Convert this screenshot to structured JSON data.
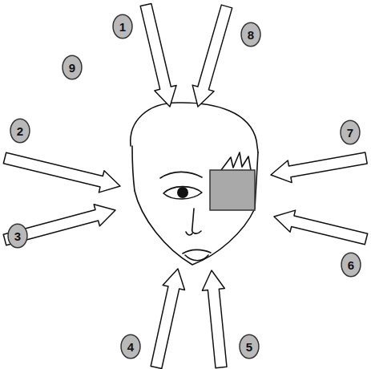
{
  "diagram": {
    "nodes": [
      {
        "text": [
          "1"
        ]
      },
      {
        "text": [
          "8"
        ]
      },
      {
        "text": [
          "9"
        ]
      },
      {
        "text": [
          "2"
        ]
      },
      {
        "text": [
          "7"
        ]
      },
      {
        "text": [
          "3"
        ]
      },
      {
        "text": [
          "6"
        ]
      },
      {
        "text": [
          "4"
        ]
      },
      {
        "text": [
          "5"
        ]
      }
    ]
  }
}
